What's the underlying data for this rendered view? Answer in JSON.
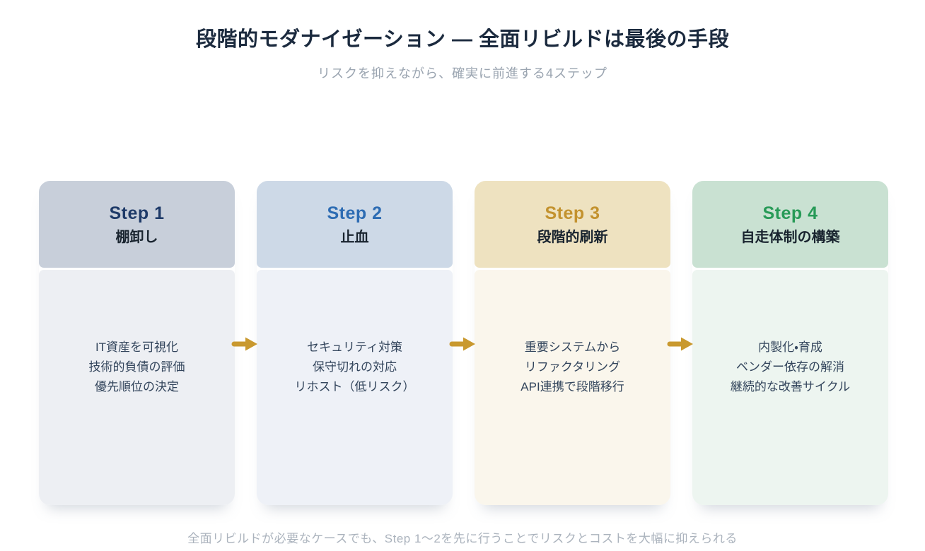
{
  "page": {
    "title": "段階的モダナイゼーション — 全面リビルドは最後の手段",
    "subtitle": "リスクを抑えながら、確実に前進する4ステップ",
    "footer": "全面リビルドが必要なケースでも、Step 1〜2を先に行うことでリスクとコストを大幅に抑えられる"
  },
  "steps": [
    {
      "label": "Step 1",
      "name": "棚卸し",
      "items": [
        "IT資産を可視化",
        "技術的負債の評価",
        "優先順位の決定"
      ],
      "accent_color": "#1e3a68",
      "header_bg": "#c8cfda",
      "body_bg": "#edeff3"
    },
    {
      "label": "Step 2",
      "name": "止血",
      "items": [
        "セキュリティ対策",
        "保守切れの対応",
        "リホスト（低リスク）"
      ],
      "accent_color": "#2d6cb3",
      "header_bg": "#cdd9e7",
      "body_bg": "#eef1f7"
    },
    {
      "label": "Step 3",
      "name": "段階的刷新",
      "items": [
        "重要システムから",
        "リファクタリング",
        "API連携で段階移行"
      ],
      "accent_color": "#c3922e",
      "header_bg": "#eee2c0",
      "body_bg": "#faf6ec"
    },
    {
      "label": "Step 4",
      "name": "自走体制の構築",
      "items": [
        "内製化・育成",
        "ベンダー依存の解消",
        "継続的な改善サイクル"
      ],
      "accent_color": "#279a57",
      "header_bg": "#c9e1d2",
      "body_bg": "#edf5f0"
    }
  ],
  "arrow": {
    "icon": "arrow-right-icon",
    "color": "#c9992f"
  }
}
